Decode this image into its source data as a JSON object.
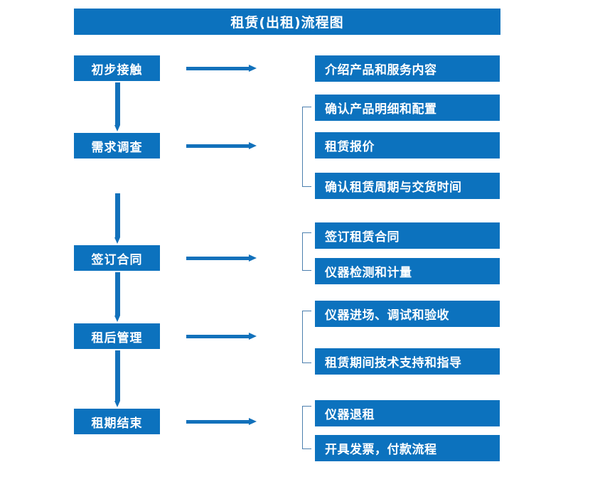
{
  "title": "租赁(出租)流程图",
  "colors": {
    "box_fill": "#0C72BE",
    "box_text": "#FFFFFF",
    "arrow": "#1271BB",
    "bracket": "#4C7FAE",
    "background": "#FFFFFF"
  },
  "stages": [
    {
      "label": "初步接触"
    },
    {
      "label": "需求调查"
    },
    {
      "label": "签订合同"
    },
    {
      "label": "租后管理"
    },
    {
      "label": "租期结束"
    }
  ],
  "details": [
    {
      "label": "介绍产品和服务内容"
    },
    {
      "label": "确认产品明细和配置"
    },
    {
      "label": "租赁报价"
    },
    {
      "label": "确认租赁周期与交货时间"
    },
    {
      "label": "签订租赁合同"
    },
    {
      "label": "仪器检测和计量"
    },
    {
      "label": "仪器进场、调试和验收"
    },
    {
      "label": "租赁期间技术支持和指导"
    },
    {
      "label": "仪器退租"
    },
    {
      "label": "开具发票，付款流程"
    }
  ]
}
